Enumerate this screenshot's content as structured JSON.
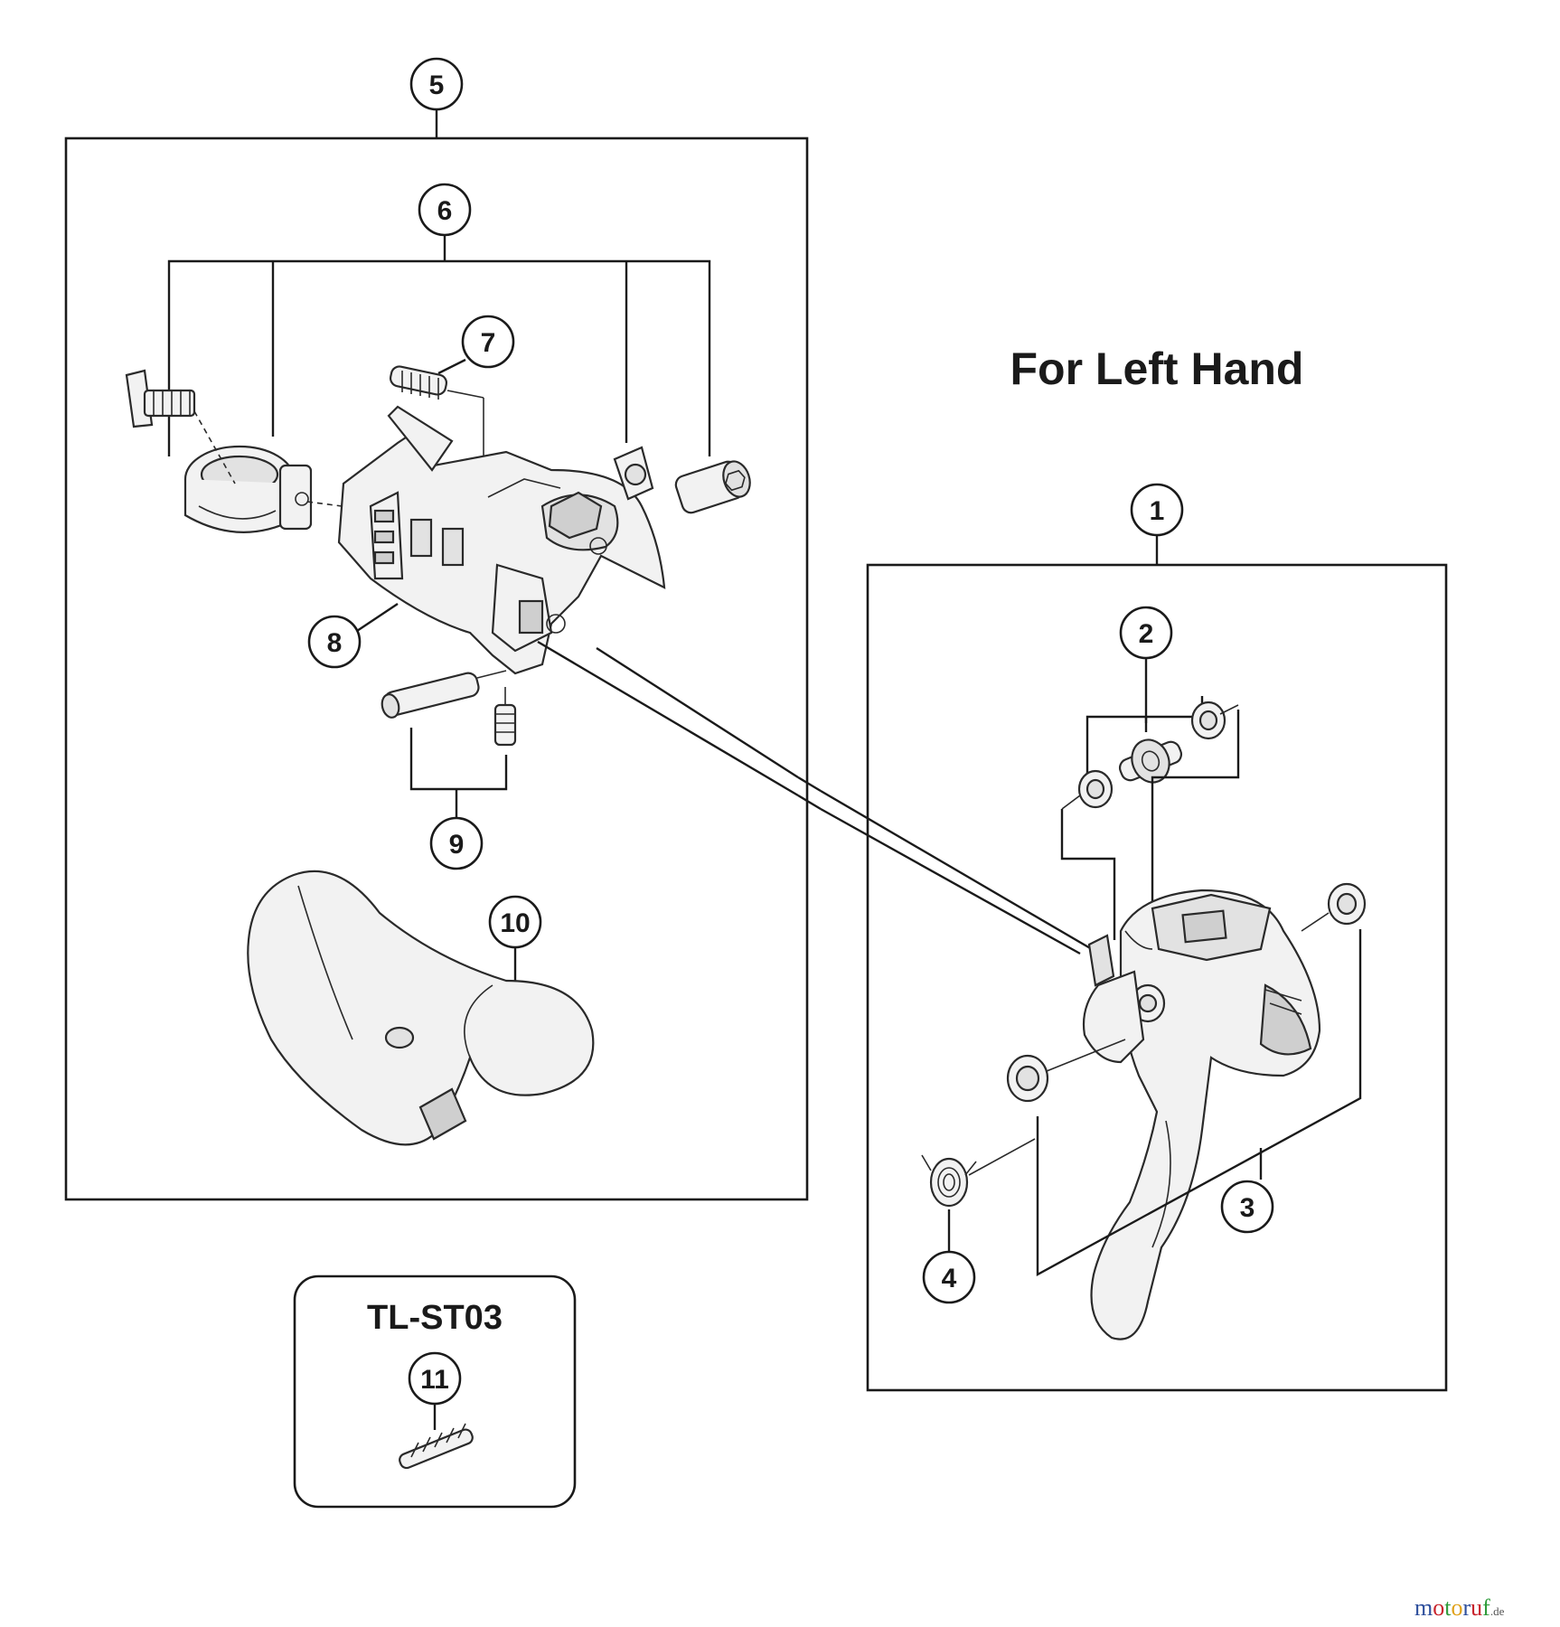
{
  "heading": "For Left Hand",
  "tool_box": {
    "label": "TL-ST03"
  },
  "callouts": [
    {
      "id": "c1",
      "number": "1"
    },
    {
      "id": "c2",
      "number": "2"
    },
    {
      "id": "c3",
      "number": "3"
    },
    {
      "id": "c4",
      "number": "4"
    },
    {
      "id": "c5",
      "number": "5"
    },
    {
      "id": "c6",
      "number": "6"
    },
    {
      "id": "c7",
      "number": "7"
    },
    {
      "id": "c8",
      "number": "8"
    },
    {
      "id": "c9",
      "number": "9"
    },
    {
      "id": "c10",
      "number": "10"
    },
    {
      "id": "c11",
      "number": "11"
    }
  ],
  "watermark": {
    "letters": [
      "m",
      "o",
      "t",
      "o",
      "r",
      "u",
      "f"
    ],
    "suffix": ".de",
    "colors": [
      "#2e4f9c",
      "#c8222b",
      "#2e9b3a",
      "#e0a21a",
      "#2e4f9c",
      "#c8222b",
      "#2e9b3a"
    ]
  }
}
